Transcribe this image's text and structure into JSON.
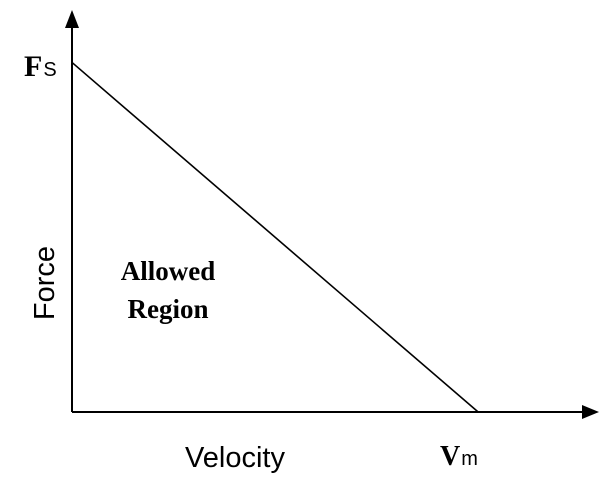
{
  "chart_data": {
    "type": "line",
    "xlabel": "Velocity",
    "ylabel": "Force",
    "y_intercept_label": {
      "main": "F",
      "sub": "S"
    },
    "x_intercept_label": {
      "main": "V",
      "sub": "m"
    },
    "annotation": {
      "line1": "Allowed",
      "line2": "Region"
    },
    "series": [
      {
        "x": [
          0,
          1
        ],
        "y": [
          1,
          0
        ]
      }
    ],
    "xlim": [
      0,
      1.3
    ],
    "ylim": [
      0,
      1.15
    ],
    "grid": false,
    "colors": {
      "line": "#000000",
      "axis": "#000000",
      "text": "#000000"
    }
  }
}
